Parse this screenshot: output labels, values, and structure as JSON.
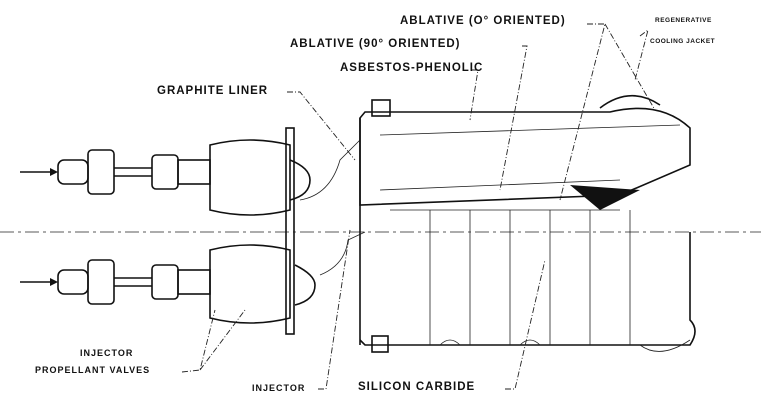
{
  "labels": {
    "ablative_0": "ABLATIVE (O° ORIENTED)",
    "ablative_90": "ABLATIVE (90° ORIENTED)",
    "asbestos_phenolic": "ASBESTOS-PHENOLIC",
    "graphite_liner": "GRAPHITE LINER",
    "regen_line1": "REGENERATIVE",
    "regen_line2": "COOLING JACKET",
    "valves_line1": "INJECTOR",
    "valves_line2": "PROPELLANT VALVES",
    "injector": "INJECTOR",
    "silicon_carbide": "SILICON CARBIDE"
  }
}
